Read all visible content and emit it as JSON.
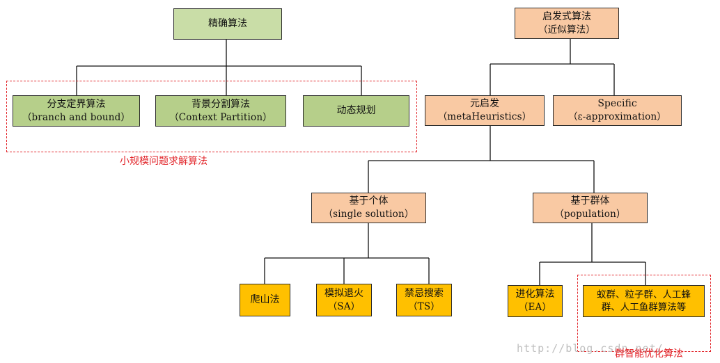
{
  "nodes": {
    "exact": {
      "label": "精确算法"
    },
    "heuristic": {
      "label": "启发式算法",
      "sub": "（近似算法）"
    },
    "branch_bound": {
      "label": "分支定界算法",
      "sub": "（branch and bound）"
    },
    "context_partition": {
      "label": "背景分割算法",
      "sub": "（Context Partition）"
    },
    "dynamic_programming": {
      "label": "动态规划"
    },
    "metaheuristics": {
      "label": "元启发",
      "sub": "（metaHeuristics）"
    },
    "specific": {
      "label": "Specific",
      "sub": "（ε-approximation）"
    },
    "single_solution": {
      "label": "基于个体",
      "sub": "（single solution）"
    },
    "population": {
      "label": "基于群体",
      "sub": "（population）"
    },
    "hill_climbing": {
      "label": "爬山法"
    },
    "simulated_annealing": {
      "label": "模拟退火",
      "sub": "（SA）"
    },
    "tabu_search": {
      "label": "禁忌搜索",
      "sub": "（TS）"
    },
    "evolutionary": {
      "label": "进化算法",
      "sub": "（EA）"
    },
    "swarm": {
      "line1": "蚁群、粒子群、人工蜂",
      "line2": "群、人工鱼群算法等"
    }
  },
  "annotations": {
    "small_scale": "小规模问题求解算法",
    "swarm_intelligence": "群智能优化算法"
  },
  "watermark": "http://blog.csdn.net/"
}
